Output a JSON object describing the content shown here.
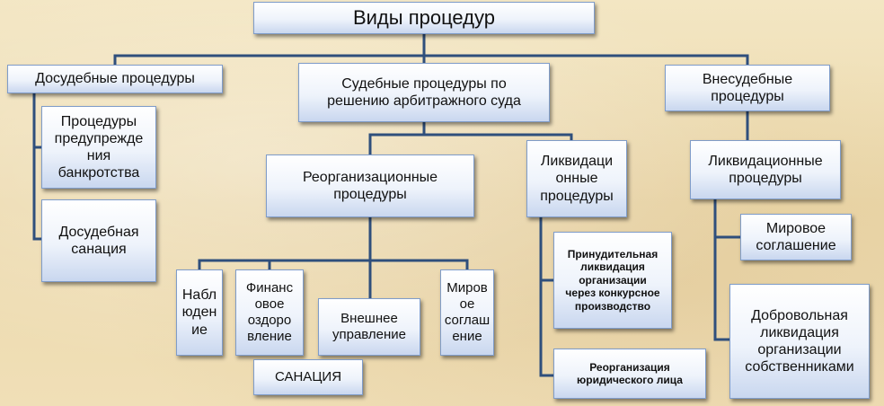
{
  "diagram": {
    "title": "Виды процедур",
    "categories": {
      "pretrial": "Досудебные процедуры",
      "judicial": "Судебные процедуры по\nрешению арбитражного суда",
      "extrajudicial": "Внесудебные\nпроцедуры"
    },
    "pretrial_items": {
      "prevention": "Процедуры\nпредупрежде\nния\nбанкротства",
      "sanation": "Досудебная\nсанация"
    },
    "judicial_groups": {
      "reorganization": "Реорганизационные\nпроцедуры",
      "liquidation": "Ликвидаци\nонные\nпроцедуры"
    },
    "reorganization_items": {
      "observation": "Набл\nюден\nие",
      "recovery": "Финанс\nовое\nоздоро\nвление",
      "external": "Внешнее\nуправление",
      "settlement": "Миров\nое\nсоглаш\nение"
    },
    "sanation_label": "САНАЦИЯ",
    "liquidation_items": {
      "forced": "Принудительная\nликвидация\nорганизации\nчерез конкурсное\nпроизводство",
      "reorg": "Реорганизация\nюридического лица"
    },
    "extrajudicial_group": "Ликвидационные\nпроцедуры",
    "extrajudicial_items": {
      "settlement": "Мировое\nсоглашение",
      "voluntary": "Добровольная\nликвидация\nорганизации\nсобственниками"
    }
  },
  "colors": {
    "connector": "#2f4f7c",
    "box_border": "#7f9cc9"
  }
}
